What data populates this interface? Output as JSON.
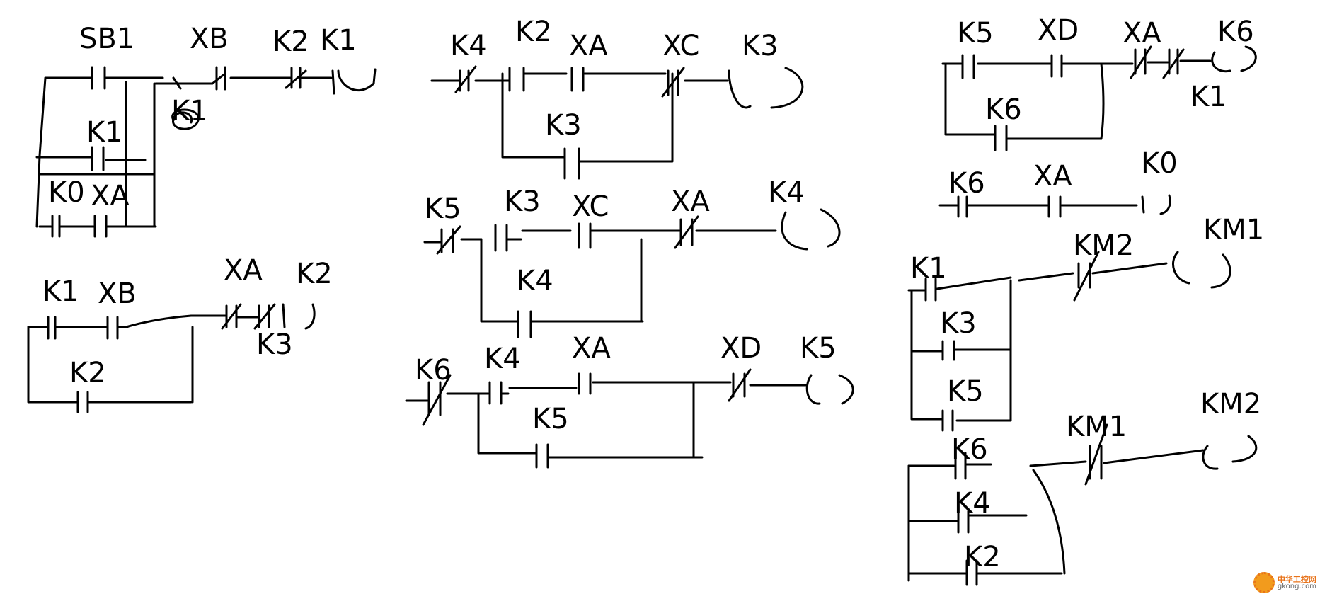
{
  "labels": {
    "sb1": "SB1",
    "xb_r1": "XB",
    "k2_r1": "K2",
    "k1_coil": "K1",
    "k1_contact_r1": "K1",
    "k1_branch": "K1",
    "k0_r1": "K0",
    "xa_r1": "XA",
    "k1_r2": "K1",
    "xb_r2": "XB",
    "xa_r2": "XA",
    "k2_coil": "K2",
    "k3_r2": "K3",
    "k2_branch": "K2",
    "k4_r3": "K4",
    "k2_r3": "K2",
    "xa_r3": "XA",
    "xc_r3": "XC",
    "k3_coil": "K3",
    "k3_branch": "K3",
    "k5_r4": "K5",
    "k3_r4": "K3",
    "xc_r4": "XC",
    "xa_r4": "XA",
    "k4_coil": "K4",
    "k4_branch": "K4",
    "k6_r5": "K6",
    "k4_r5": "K4",
    "xa_r5": "XA",
    "xd_r5": "XD",
    "k5_coil": "K5",
    "k5_branch": "K5",
    "k5_r6": "K5",
    "xd_r6": "XD",
    "xa_r6": "XA",
    "k6_coil": "K6",
    "k1_r6": "K1",
    "k6_branch": "K6",
    "k6_r7": "K6",
    "xa_r7": "XA",
    "k0_coil": "K0",
    "k1_r8": "K1",
    "km2_r8": "KM2",
    "km1_coil": "KM1",
    "k3_r8": "K3",
    "k5_r8": "K5",
    "k6_r9": "K6",
    "km1_r9": "KM1",
    "km2_coil": "KM2",
    "k4_r9": "K4",
    "k2_r9": "K2"
  },
  "watermark": {
    "text": "中华工控网",
    "url": "gkong.com"
  }
}
